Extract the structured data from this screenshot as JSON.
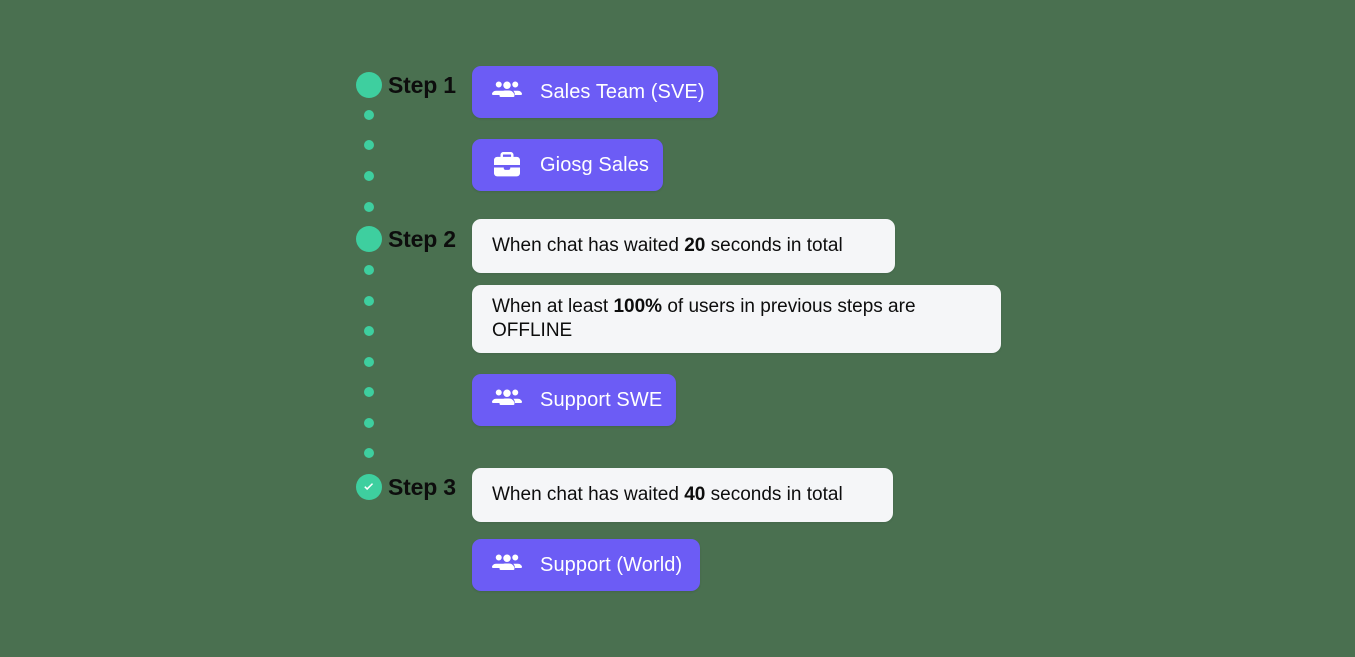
{
  "theme": {
    "background": "#4a7050",
    "accent_teal": "#3ecf9f",
    "accent_purple": "#6c5cf5",
    "card_background": "#f5f6f8",
    "text_dark": "#0d0d0d",
    "text_light": "#ffffff"
  },
  "steps": [
    {
      "label": "Step 1",
      "marker": "dot"
    },
    {
      "label": "Step 2",
      "marker": "dot"
    },
    {
      "label": "Step 3",
      "marker": "check"
    }
  ],
  "chips": [
    {
      "label": "Sales Team (SVE)",
      "icon": "users-icon"
    },
    {
      "label": "Giosg Sales",
      "icon": "briefcase-icon"
    },
    {
      "label": "Support SWE",
      "icon": "users-icon"
    },
    {
      "label": "Support (World)",
      "icon": "users-icon"
    }
  ],
  "conditions": [
    {
      "prefix": "When chat has waited ",
      "value": "20",
      "suffix": " seconds in total"
    },
    {
      "prefix": "When at least ",
      "value": "100%",
      "suffix": " of users in previous steps are OFFLINE"
    },
    {
      "prefix": "When chat has waited ",
      "value": "40",
      "suffix": " seconds in total"
    }
  ]
}
